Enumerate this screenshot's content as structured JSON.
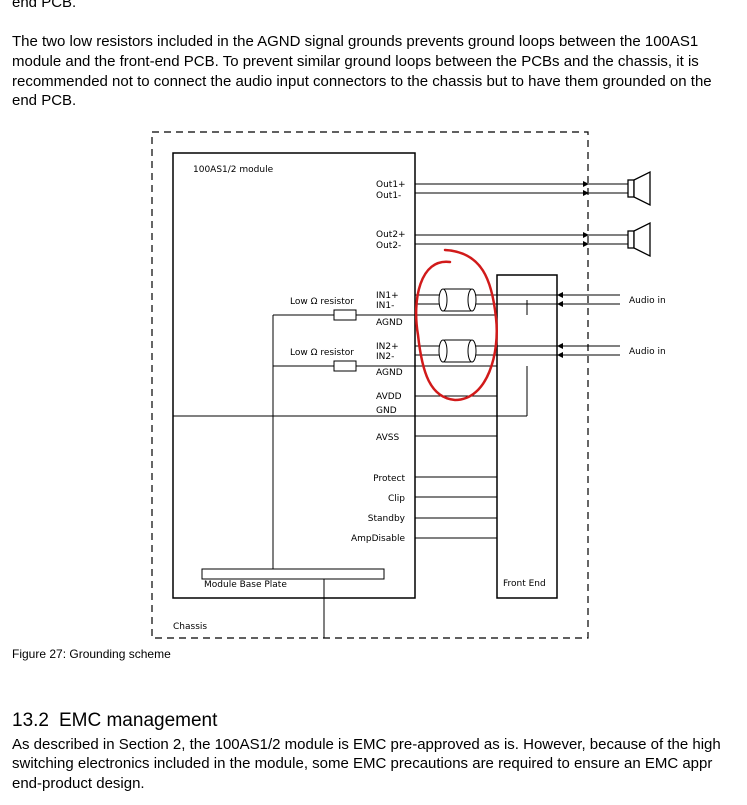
{
  "top_fragment": "end PCB.",
  "paragraph1_lines": [
    "The two low    resistors included in the AGND signal grounds prevents ground loops between the 100AS1",
    "module and the front-end PCB. To prevent similar ground loops between the PCBs and the chassis, it is",
    "recommended not to connect the audio input connectors to the chassis but to have them grounded on the",
    "end PCB."
  ],
  "diagram": {
    "module_label": "100AS1/2 module",
    "outputs": [
      "Out1+",
      "Out1-",
      "Out2+",
      "Out2-"
    ],
    "resistor_label_1": "Low Ω resistor",
    "resistor_label_2": "Low Ω resistor",
    "in1": [
      "IN1+",
      "IN1-"
    ],
    "in2": [
      "IN2+",
      "IN2-"
    ],
    "agnd_1": "AGND",
    "agnd_2": "AGND",
    "avdd": "AVDD",
    "gnd": "GND",
    "avss": "AVSS",
    "control_signals": [
      "Protect",
      "Clip",
      "Standby",
      "AmpDisable"
    ],
    "base_plate": "Module Base Plate",
    "front_end": "Front End",
    "chassis": "Chassis",
    "audio_in_1": "Audio in",
    "audio_in_2": "Audio in",
    "annotation_color": "#d11a1a"
  },
  "figure_caption": "Figure 27: Grounding scheme",
  "section": {
    "number": "13.2",
    "title": "EMC management"
  },
  "paragraph2_lines": [
    "As described in Section 2, the 100AS1/2 module is EMC pre-approved as is. However, because of the high",
    "switching electronics included in the module, some EMC precautions are required to ensure an EMC appr",
    "end-product design."
  ]
}
